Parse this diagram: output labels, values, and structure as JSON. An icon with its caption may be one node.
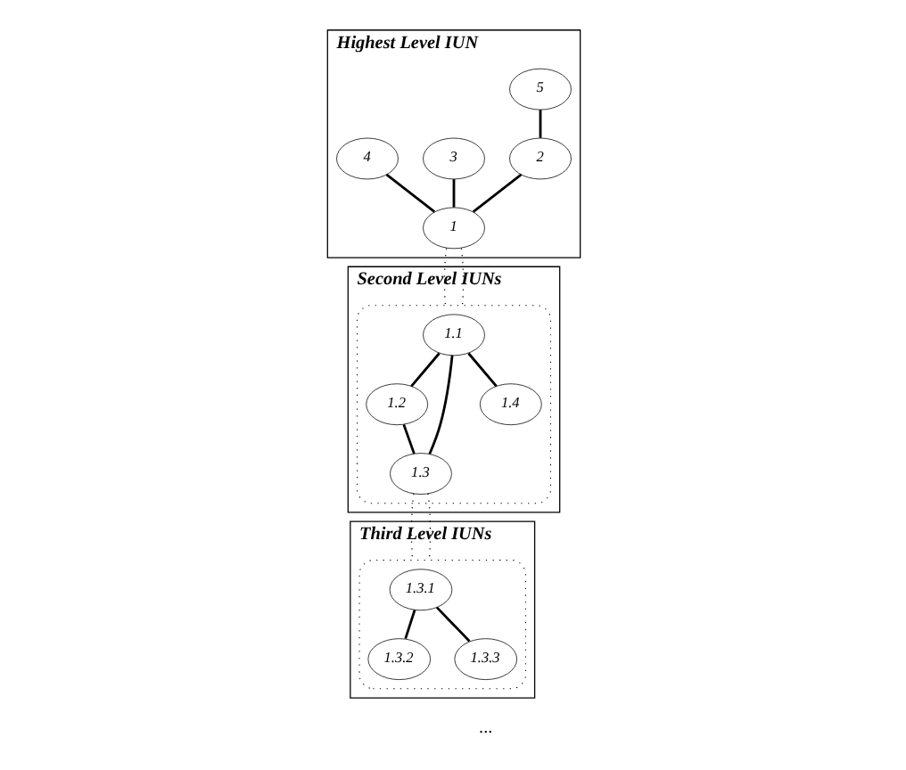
{
  "diagram": {
    "nodes": [
      {
        "text": [
          "Highest Level IUN"
        ]
      },
      {
        "text": [
          "5"
        ],
        "in": 0
      },
      {
        "text": [
          "2"
        ],
        "in": 0
      },
      {
        "text": [
          "3"
        ],
        "in": 0
      },
      {
        "text": [
          "4"
        ],
        "in": 0
      },
      {
        "text": [
          "1"
        ],
        "in": 0
      },
      {
        "text": [
          "Second Level IUNs"
        ]
      },
      {
        "text": [],
        "shape": "ellipse",
        "in": 6
      },
      {
        "text": [
          "1.1"
        ],
        "in": 7
      },
      {
        "text": [
          "1.2"
        ],
        "in": 7
      },
      {
        "text": [
          "1.3"
        ],
        "in": 7
      },
      {
        "text": [
          "1.4"
        ],
        "in": 7
      },
      {
        "text": [
          "Third Level IUNs"
        ]
      },
      {
        "text": [],
        "shape": "ellipse",
        "in": 12
      },
      {
        "text": [
          "1.3.1"
        ],
        "in": 13
      },
      {
        "text": [
          "1.3.2"
        ],
        "in": 13
      },
      {
        "text": [
          "1.3.3"
        ],
        "in": 13
      }
    ],
    "edges": [
      {
        "from": 1,
        "to": 2,
        "arrow": "none"
      },
      {
        "from": 2,
        "to": 5,
        "arrow": "none"
      },
      {
        "from": 3,
        "to": 5,
        "arrow": "none"
      },
      {
        "from": 4,
        "to": 5,
        "arrow": "none"
      },
      {
        "from": 5,
        "to": 7,
        "arrow": "none",
        "style": "dashed"
      },
      {
        "from": 5,
        "to": 7,
        "arrow": "none",
        "style": "dashed"
      },
      {
        "from": 8,
        "to": 9,
        "arrow": "none"
      },
      {
        "from": 8,
        "to": 10,
        "arrow": "none"
      },
      {
        "from": 9,
        "to": 10,
        "arrow": "none"
      },
      {
        "from": 8,
        "to": 11,
        "arrow": "none"
      },
      {
        "from": 10,
        "to": 13,
        "arrow": "none",
        "style": "dashed"
      },
      {
        "from": 10,
        "to": 13,
        "arrow": "none",
        "style": "dashed"
      },
      {
        "from": 14,
        "to": 15,
        "arrow": "none"
      },
      {
        "from": 14,
        "to": 16,
        "arrow": "none"
      }
    ],
    "labels": [
      "..."
    ]
  }
}
